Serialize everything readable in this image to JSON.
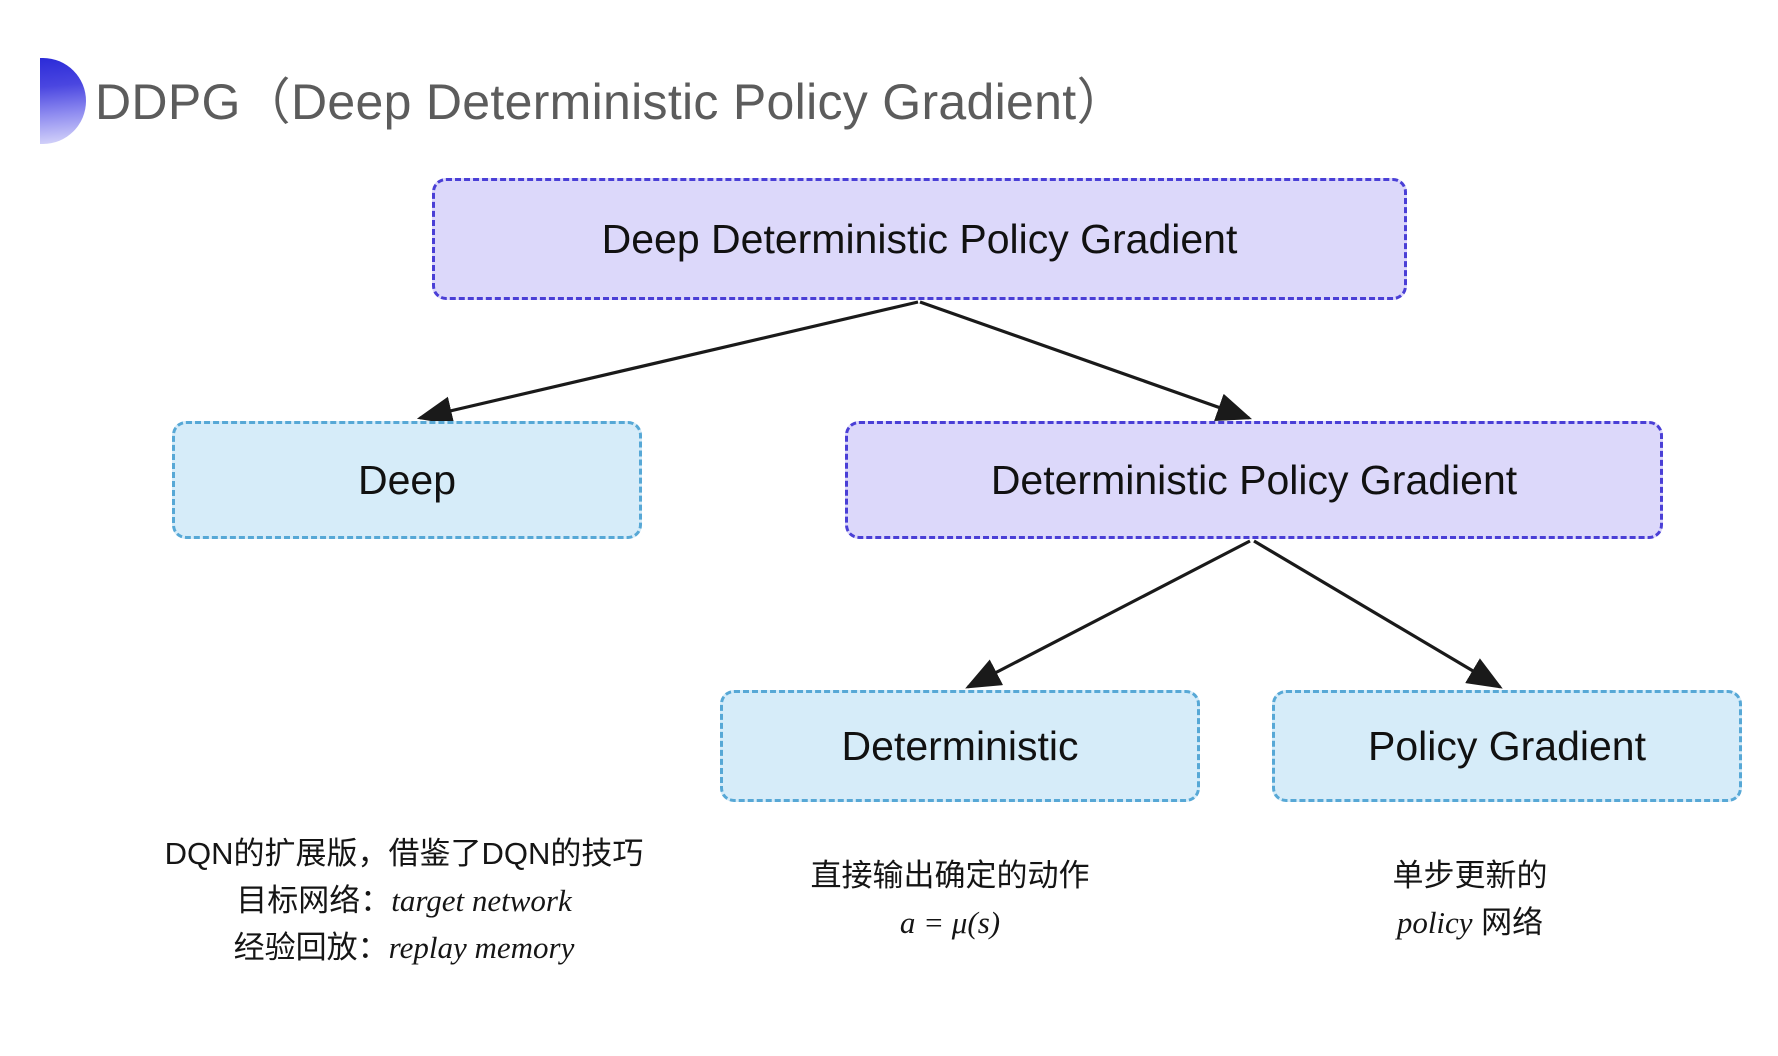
{
  "slide": {
    "title": "DDPG（Deep Deterministic Policy Gradient）",
    "title_color": "#5c5c5c",
    "background": "#ffffff",
    "decoration": "blue-gradient-leaf"
  },
  "palette": {
    "purple_fill": "#dcd8fa",
    "purple_border": "#4a3fd6",
    "blue_fill": "#d6ecf9",
    "blue_border": "#57a8d6",
    "arrow_color": "#1a1a1a",
    "text_color": "#111111"
  },
  "nodes": {
    "root": {
      "label": "Deep Deterministic Policy Gradient",
      "style": "purple"
    },
    "deep": {
      "label": "Deep",
      "style": "blue"
    },
    "dpg": {
      "label": "Deterministic Policy Gradient",
      "style": "purple"
    },
    "deterministic": {
      "label": "Deterministic",
      "style": "blue"
    },
    "policy_gradient": {
      "label": "Policy Gradient",
      "style": "blue"
    }
  },
  "annotations": {
    "deep": {
      "line1": "DQN的扩展版，借鉴了DQN的技巧",
      "line2_label": "目标网络：",
      "line2_term": "target network",
      "line3_label": "经验回放：",
      "line3_term": "replay memory"
    },
    "deterministic": {
      "line1": "直接输出确定的动作",
      "formula": "a = μ(s)"
    },
    "policy_gradient": {
      "line1": "单步更新的",
      "line2_term": "policy",
      "line2_suffix": " 网络"
    }
  },
  "connectors": [
    {
      "from": "root",
      "to": "deep"
    },
    {
      "from": "root",
      "to": "dpg"
    },
    {
      "from": "dpg",
      "to": "deterministic"
    },
    {
      "from": "dpg",
      "to": "policy_gradient"
    }
  ]
}
